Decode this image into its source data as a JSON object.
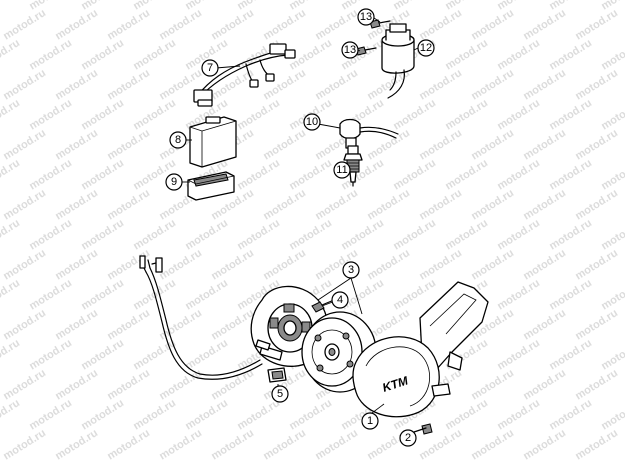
{
  "watermark": "motod.ru",
  "callouts": [
    "1",
    "2",
    "3",
    "4",
    "5",
    "7",
    "8",
    "9",
    "10",
    "11",
    "12",
    "13",
    "13"
  ],
  "brand_mark": "KTM"
}
